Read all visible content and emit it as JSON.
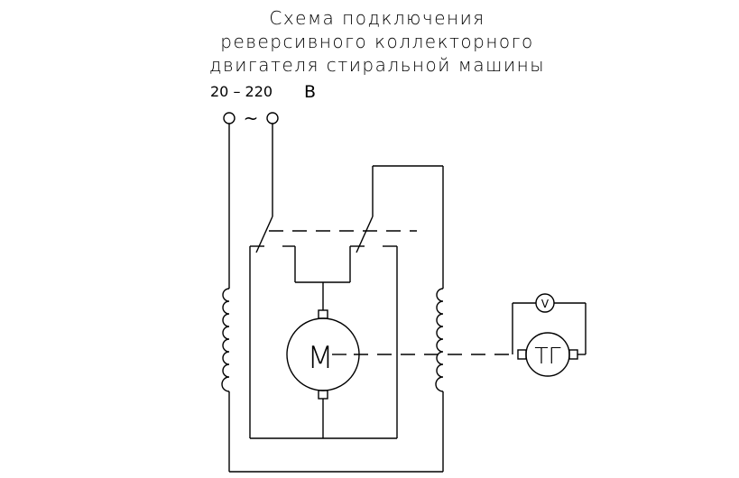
{
  "title": {
    "line1": "Схема подключения",
    "line2": "реверсивного коллекторного",
    "line3": "двигателя стиральной машины"
  },
  "supply": {
    "voltage": "20 – 220",
    "unit": "В",
    "ac_symbol": "~"
  },
  "motor": {
    "label": "М"
  },
  "tachogenerator": {
    "label": "ТГ"
  },
  "voltmeter": {
    "label": "V"
  }
}
